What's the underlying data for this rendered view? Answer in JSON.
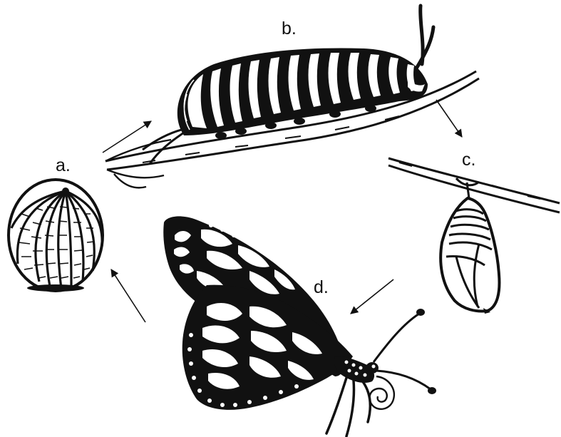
{
  "labels": {
    "egg": "a.",
    "caterpillar": "b.",
    "chrysalis": "c.",
    "butterfly": "d."
  },
  "colors": {
    "ink": "#111111",
    "paper": "#ffffff"
  }
}
